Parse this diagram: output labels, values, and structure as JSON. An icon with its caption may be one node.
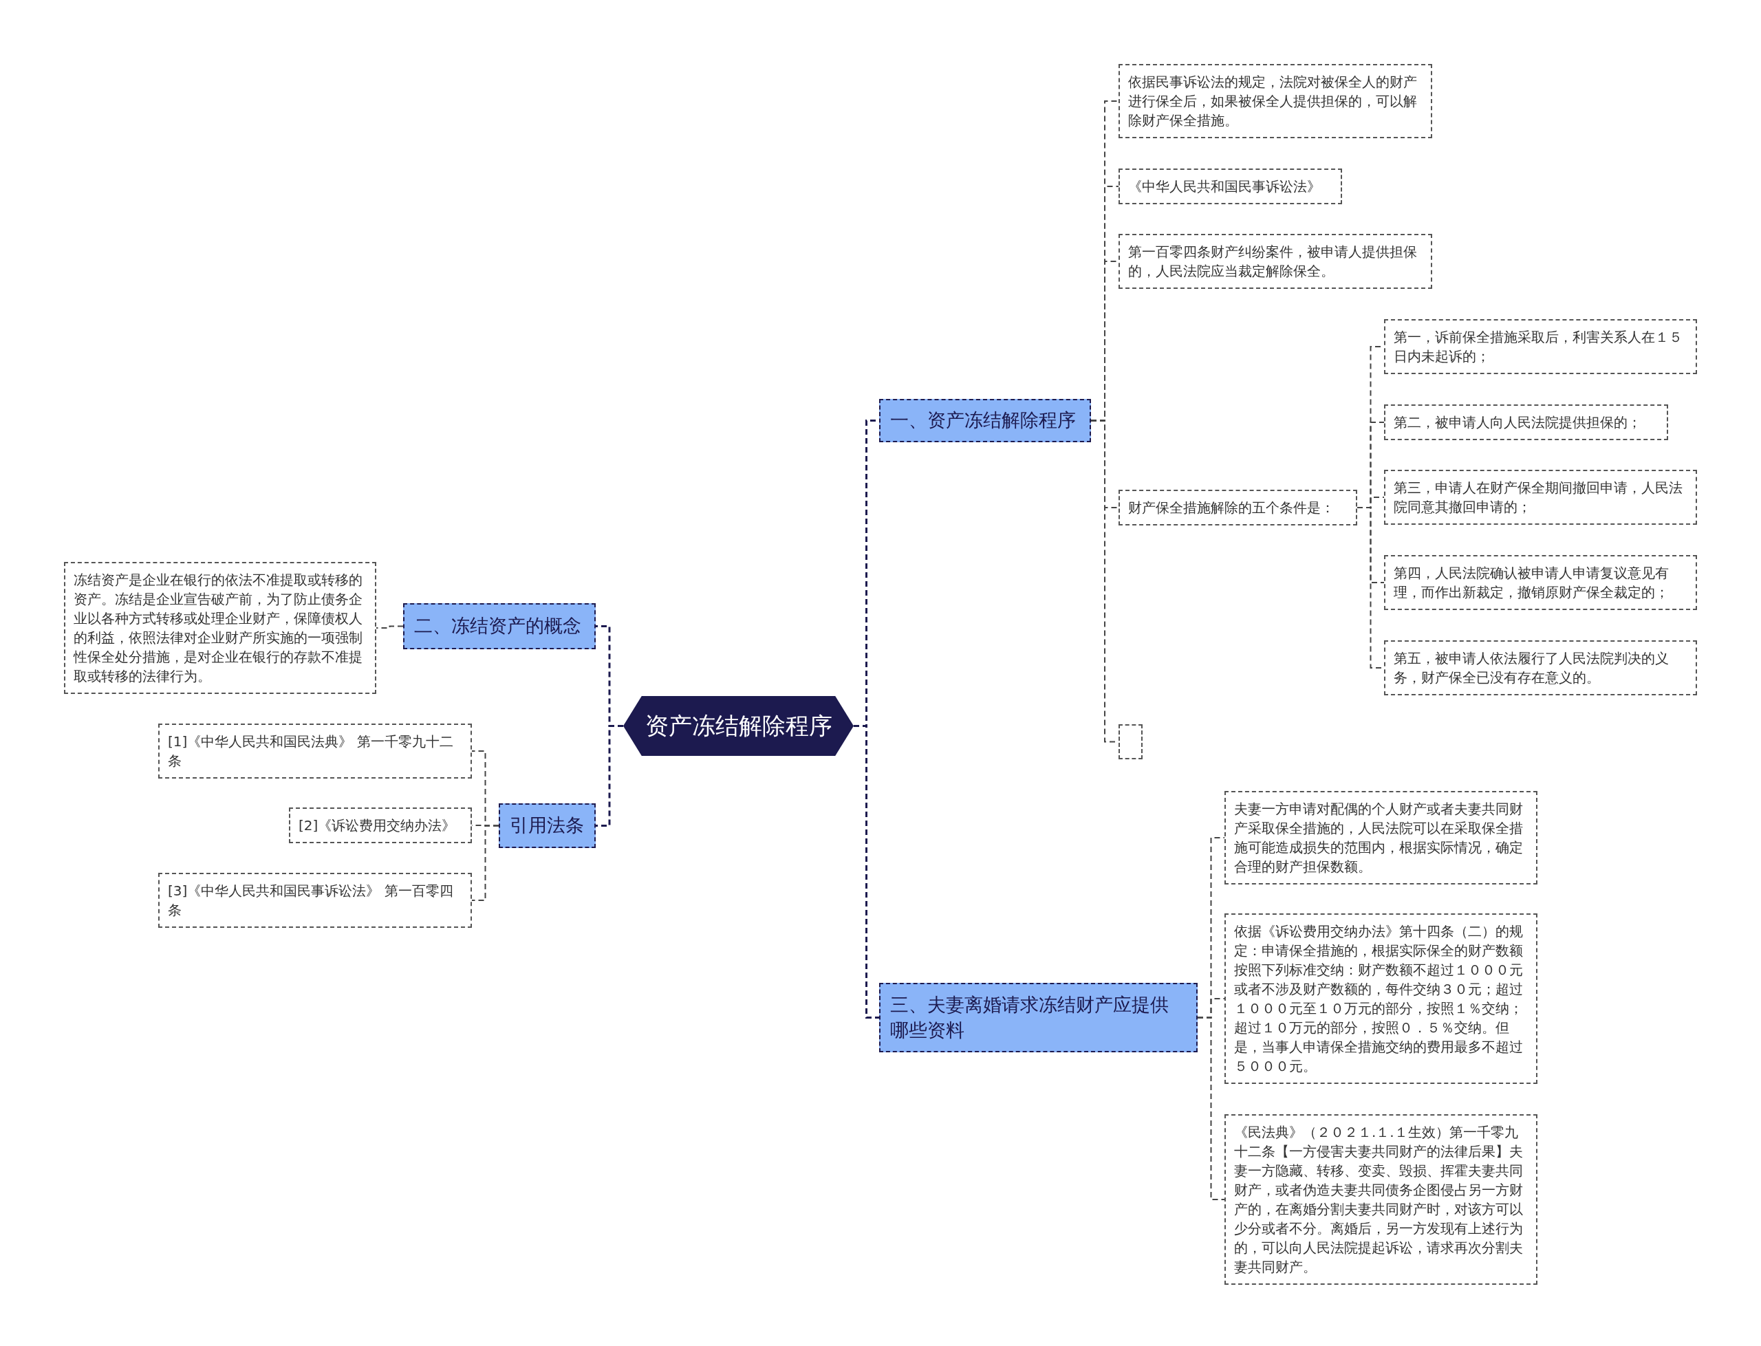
{
  "diagram": {
    "nodes": [
      {
        "text": [
          "资产冻结解除程序"
        ]
      },
      {
        "text": [
          "一、资产冻结解除程序"
        ]
      },
      {
        "text": [
          "依据民事诉讼法的规定，法院对被保全人的财产进行保全后，如果被保全人提供担保的，可以解除财产保全措施。"
        ]
      },
      {
        "text": [
          "《中华人民共和国民事诉讼法》"
        ]
      },
      {
        "text": [
          "第一百零四条财产纠纷案件，被申请人提供担保的，人民法院应当裁定解除保全。"
        ]
      },
      {
        "text": [
          "财产保全措施解除的五个条件是："
        ]
      },
      {
        "text": [
          "第一，诉前保全措施采取后，利害关系人在１５日内未起诉的；"
        ]
      },
      {
        "text": [
          "第二，被申请人向人民法院提供担保的；"
        ]
      },
      {
        "text": [
          "第三，申请人在财产保全期间撤回申请，人民法院同意其撤回申请的；"
        ]
      },
      {
        "text": [
          "第四，人民法院确认被申请人申请复议意见有理，而作出新裁定，撤销原财产保全裁定的；"
        ]
      },
      {
        "text": [
          "第五，被申请人依法履行了人民法院判决的义务，财产保全已没有存在意义的。"
        ]
      },
      {
        "text": [],
        "shape": "box"
      },
      {
        "text": [
          "二、冻结资产的概念"
        ]
      },
      {
        "text": [
          "冻结资产是企业在银行的依法不准提取或转移的资产。冻结是企业宣告破产前，为了防止债务企业以各种方式转移或处理企业财产，保障债权人的利益，依照法律对企业财产所实施的一项强制性保全处分措施，是对企业在银行的存款不准提取或转移的法律行为。"
        ]
      },
      {
        "text": [
          "引用法条"
        ]
      },
      {
        "text": [
          "[1]《中华人民共和国民法典》 第一千零九十二条"
        ]
      },
      {
        "text": [
          "[2]《诉讼费用交纳办法》"
        ]
      },
      {
        "text": [
          "[3]《中华人民共和国民事诉讼法》 第一百零四条"
        ]
      },
      {
        "text": [
          "三、夫妻离婚请求冻结财产应提供哪些资料"
        ]
      },
      {
        "text": [
          "夫妻一方申请对配偶的个人财产或者夫妻共同财产采取保全措施的，人民法院可以在采取保全措施可能造成损失的范围内，根据实际情况，确定合理的财产担保数额。"
        ]
      },
      {
        "text": [
          "依据《诉讼费用交纳办法》第十四条（二）的规定：申请保全措施的，根据实际保全的财产数额按照下列标准交纳：财产数额不超过１０００元或者不涉及财产数额的，每件交纳３０元；超过１０００元至１０万元的部分，按照１％交纳；超过１０万元的部分，按照０．５％交纳。但是，当事人申请保全措施交纳的费用最多不超过５０００元。"
        ]
      },
      {
        "text": [
          "《民法典》（２０２１.１.１生效）第一千零九十二条【一方侵害夫妻共同财产的法律后果】夫妻一方隐藏、转移、变卖、毁损、挥霍夫妻共同财产，或者伪造夫妻共同债务企图侵占另一方财产的，在离婚分割夫妻共同财产时，对该方可以少分或者不分。离婚后，另一方发现有上述行为的，可以向人民法院提起诉讼，请求再次分割夫妻共同财产。"
        ]
      }
    ],
    "edges": [
      {
        "from": 0,
        "to": 1,
        "arrow": "none"
      },
      {
        "from": 0,
        "to": 12,
        "arrow": "none"
      },
      {
        "from": 0,
        "to": 14,
        "arrow": "none"
      },
      {
        "from": 0,
        "to": 18,
        "arrow": "none"
      },
      {
        "from": 1,
        "to": 2,
        "arrow": "none"
      },
      {
        "from": 1,
        "to": 3,
        "arrow": "none"
      },
      {
        "from": 1,
        "to": 4,
        "arrow": "none"
      },
      {
        "from": 1,
        "to": 5,
        "arrow": "none"
      },
      {
        "from": 1,
        "to": 11,
        "arrow": "none"
      },
      {
        "from": 5,
        "to": 6,
        "arrow": "none"
      },
      {
        "from": 5,
        "to": 7,
        "arrow": "none"
      },
      {
        "from": 5,
        "to": 8,
        "arrow": "none"
      },
      {
        "from": 5,
        "to": 9,
        "arrow": "none"
      },
      {
        "from": 5,
        "to": 10,
        "arrow": "none"
      },
      {
        "from": 12,
        "to": 13,
        "arrow": "none"
      },
      {
        "from": 14,
        "to": 15,
        "arrow": "none"
      },
      {
        "from": 14,
        "to": 16,
        "arrow": "none"
      },
      {
        "from": 14,
        "to": 17,
        "arrow": "none"
      },
      {
        "from": 18,
        "to": 19,
        "arrow": "none"
      },
      {
        "from": 18,
        "to": 20,
        "arrow": "none"
      },
      {
        "from": 18,
        "to": 21,
        "arrow": "none"
      }
    ]
  }
}
